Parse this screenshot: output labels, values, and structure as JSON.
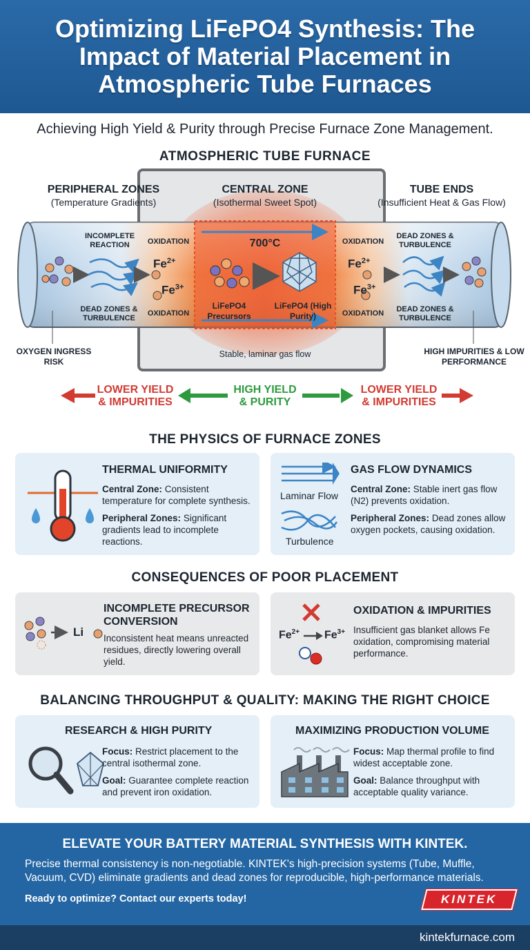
{
  "header": {
    "title": "Optimizing LiFePO4 Synthesis: The Impact of Material Placement in Atmospheric Tube Furnaces"
  },
  "subtitle": "Achieving High Yield & Purity through Precise Furnace Zone Management.",
  "diagram": {
    "title": "ATMOSPHERIC TUBE FURNACE",
    "zones": {
      "peripheral": {
        "title": "PERIPHERAL ZONES",
        "sub": "(Temperature Gradients)"
      },
      "central": {
        "title": "CENTRAL ZONE",
        "sub": "(Isothermal Sweet Spot)"
      },
      "ends": {
        "title": "TUBE ENDS",
        "sub": "(Insufficient Heat & Gas Flow)"
      }
    },
    "labels": {
      "incomplete_reaction": "INCOMPLETE REACTION",
      "dead_zones_left": "DEAD ZONES & TURBULENCE",
      "oxidation_left_top": "OXIDATION",
      "oxidation_left_bottom": "OXIDATION",
      "temperature": "700°C",
      "precursors": "LiFePO4 Precursors",
      "high_purity": "LiFePO4 (High Purity)",
      "oxidation_right_top": "OXIDATION",
      "oxidation_right_bottom": "OXIDATION",
      "dead_zones_right_top": "DEAD ZONES & TURBULENCE",
      "dead_zones_right_bottom": "DEAD ZONES & TURBULENCE",
      "laminar_flow": "Stable, laminar gas flow",
      "oxygen_ingress": "OXYGEN INGRESS RISK",
      "high_impurities": "HIGH IMPURITIES & LOW PERFORMANCE"
    },
    "ions": {
      "fe2": "Fe",
      "fe2_charge": "2+",
      "fe3": "Fe",
      "fe3_charge": "3+"
    },
    "outcomes": {
      "left": "LOWER YIELD & IMPURITIES",
      "center": "HIGH YIELD & PURITY",
      "right": "LOWER YIELD & IMPURITIES"
    }
  },
  "physics": {
    "title": "THE PHYSICS OF FURNACE ZONES",
    "thermal": {
      "title": "THERMAL UNIFORMITY",
      "central_label": "Central Zone:",
      "central_text": "Consistent temperature for complete synthesis.",
      "peripheral_label": "Peripheral Zones:",
      "peripheral_text": "Significant gradients lead to incomplete reactions."
    },
    "gas": {
      "title": "GAS FLOW DYNAMICS",
      "laminar": "Laminar Flow",
      "turbulence": "Turbulence",
      "central_label": "Central Zone:",
      "central_text": "Stable inert gas flow (N2) prevents oxidation.",
      "peripheral_label": "Peripheral Zones:",
      "peripheral_text": "Dead zones allow oxygen pockets, causing oxidation."
    }
  },
  "consequences": {
    "title": "CONSEQUENCES OF POOR PLACEMENT",
    "incomplete": {
      "title": "INCOMPLETE PRECURSOR CONVERSION",
      "li": "Li",
      "text": "Inconsistent heat means unreacted residues, directly lowering overall yield."
    },
    "oxidation": {
      "title": "OXIDATION & IMPURITIES",
      "text": "Insufficient gas blanket allows Fe oxidation, compromising material performance."
    }
  },
  "balance": {
    "title": "BALANCING THROUGHPUT & QUALITY: MAKING THE RIGHT CHOICE",
    "research": {
      "title": "RESEARCH & HIGH PURITY",
      "focus_label": "Focus:",
      "focus_text": "Restrict placement to the central isothermal zone.",
      "goal_label": "Goal:",
      "goal_text": "Guarantee complete reaction and prevent iron oxidation."
    },
    "production": {
      "title": "MAXIMIZING PRODUCTION VOLUME",
      "focus_label": "Focus:",
      "focus_text": "Map thermal profile to find widest acceptable zone.",
      "goal_label": "Goal:",
      "goal_text": "Balance throughput with acceptable quality variance."
    }
  },
  "footer": {
    "title": "ELEVATE YOUR BATTERY MATERIAL SYNTHESIS WITH KINTEK.",
    "body": "Precise thermal consistency is non-negotiable. KINTEK's high-precision systems (Tube, Muffle, Vacuum, CVD) eliminate gradients and dead zones for reproducible, high-performance materials.",
    "cta": "Ready to optimize? Contact our experts today!",
    "logo": "KINTEK",
    "website": "kintekfurnace.com"
  },
  "colors": {
    "header_blue": "#2466a3",
    "hot_red": "#e8452c",
    "good_green": "#2e9a3e",
    "bad_red": "#d23a32",
    "card_blue": "#e4eff8",
    "card_grey": "#e8e9ea"
  }
}
